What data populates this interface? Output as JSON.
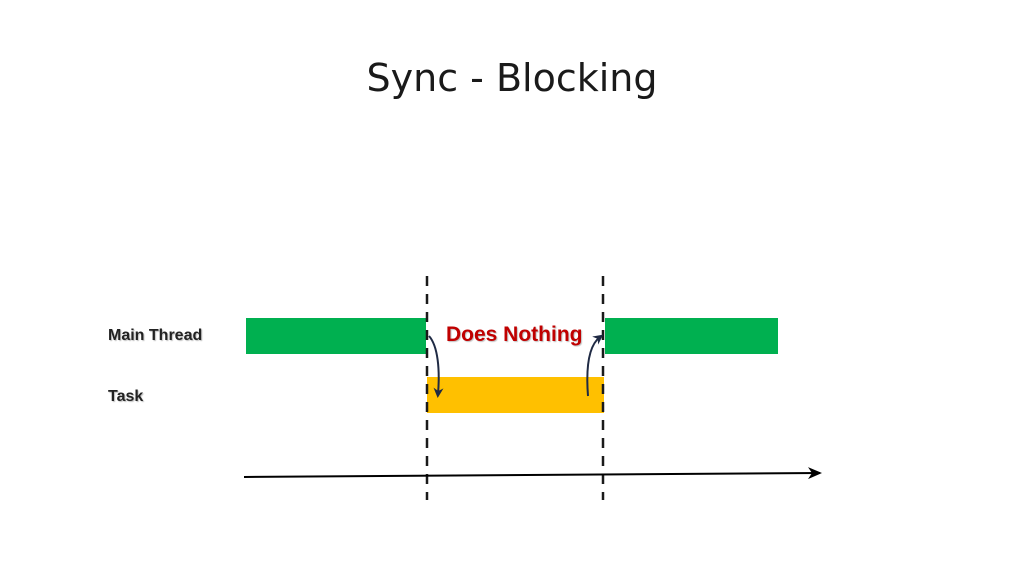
{
  "slide": {
    "title": "Sync - Blocking"
  },
  "rows": {
    "main_thread_label": "Main Thread",
    "task_label": "Task"
  },
  "callout": {
    "text": "Does Nothing"
  },
  "colors": {
    "main_thread_bar": "#00b050",
    "task_bar": "#ffc000",
    "callout_text": "#c00000",
    "arrow": "#1f2a44",
    "divider": "#1a1a1a",
    "timeline": "#000000"
  },
  "icons": {
    "handoff_to_task": "curved-arrow-down-icon",
    "handoff_to_main": "curved-arrow-up-icon",
    "time_axis": "arrow-right-icon"
  }
}
